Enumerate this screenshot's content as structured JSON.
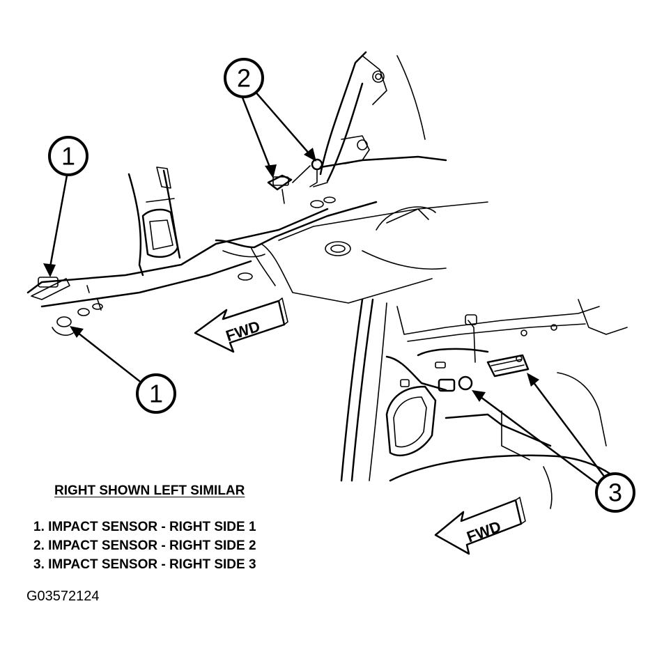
{
  "callouts": {
    "c1a": "1",
    "c1b": "1",
    "c2": "2",
    "c3": "3"
  },
  "fwd": {
    "upper": "FWD",
    "lower": "FWD"
  },
  "legend": {
    "title": "RIGHT SHOWN LEFT SIMILAR",
    "items": [
      {
        "number": "1.",
        "text": "IMPACT SENSOR - RIGHT SIDE 1"
      },
      {
        "number": "2.",
        "text": "IMPACT SENSOR - RIGHT SIDE 2"
      },
      {
        "number": "3.",
        "text": "IMPACT SENSOR - RIGHT SIDE 3"
      }
    ]
  },
  "figure_id": "G03572124"
}
